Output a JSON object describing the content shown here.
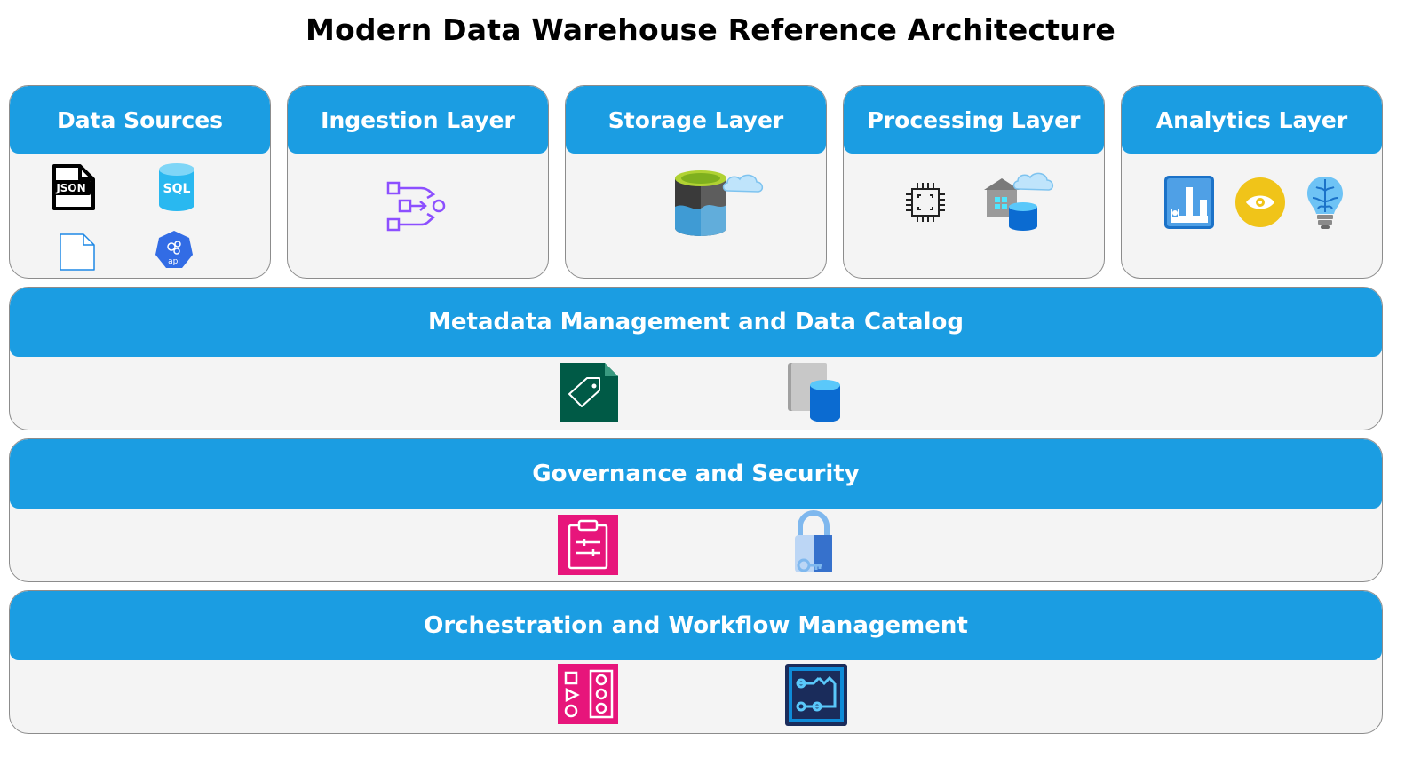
{
  "title": "Modern Data Warehouse Reference Architecture",
  "columns": [
    {
      "label": "Data Sources",
      "icons": [
        "json-file-icon",
        "sql-database-icon",
        "blank-document-icon",
        "api-icon"
      ]
    },
    {
      "label": "Ingestion Layer",
      "icons": [
        "data-flow-icon"
      ]
    },
    {
      "label": "Storage Layer",
      "icons": [
        "data-lake-storage-icon"
      ]
    },
    {
      "label": "Processing Layer",
      "icons": [
        "processor-chip-icon",
        "cloud-warehouse-icon"
      ]
    },
    {
      "label": "Analytics Layer",
      "icons": [
        "bar-chart-icon",
        "eye-icon",
        "brain-lightbulb-icon"
      ]
    }
  ],
  "rows": [
    {
      "label": "Metadata Management and Data Catalog",
      "icons": [
        "data-catalog-tag-icon",
        "database-catalog-icon"
      ]
    },
    {
      "label": "Governance and Security",
      "icons": [
        "clipboard-policy-icon",
        "security-lock-icon"
      ]
    },
    {
      "label": "Orchestration and Workflow Management",
      "icons": [
        "workflow-steps-icon",
        "pipeline-icon"
      ]
    }
  ],
  "icon_text": {
    "json": "JSON",
    "sql": "SQL",
    "api": "api"
  },
  "colors": {
    "header_blue": "#1b9de2",
    "panel_bg": "#f4f4f4",
    "purple": "#8c4fff",
    "pink": "#e7157b",
    "catalog_green": "#005a46",
    "navy": "#1a2c5b",
    "yellow": "#f0c419"
  }
}
